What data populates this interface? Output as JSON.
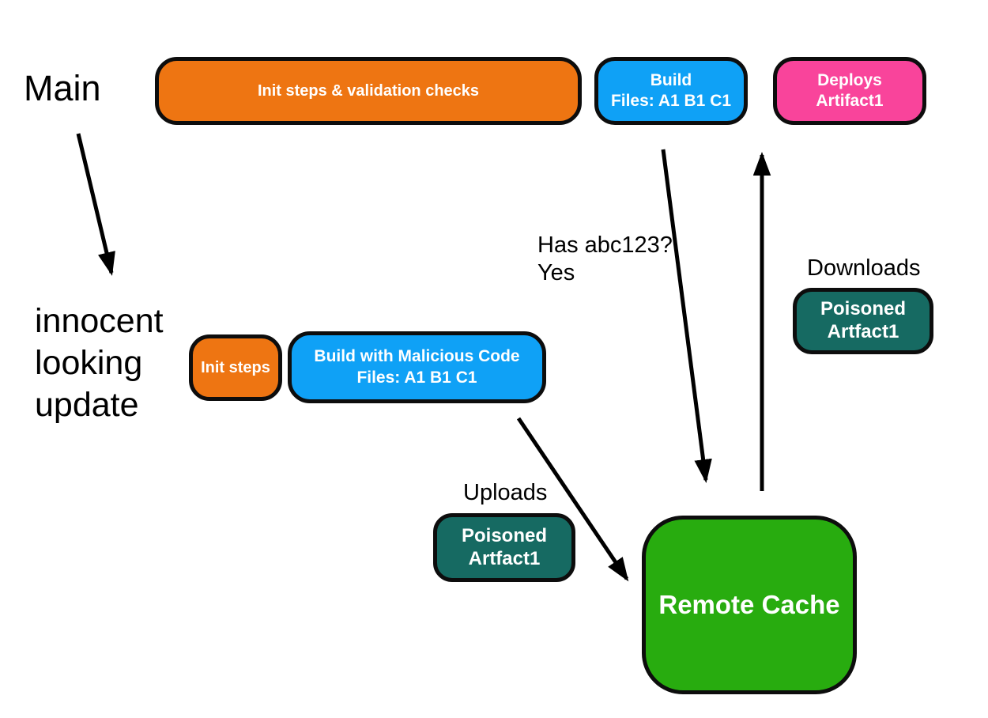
{
  "colors": {
    "orange": "#EE7512",
    "blue": "#0FA1F6",
    "pink": "#F9449B",
    "teal": "#166A62",
    "green": "#28AC0F",
    "outline": "#0D0D0D",
    "arrow": "#000000",
    "background": "#FFFFFF",
    "node_text": "#FFFFFF",
    "annotation_text": "#000000"
  },
  "labels": {
    "main_branch": "Main",
    "update_lines": [
      "innocent",
      "looking",
      "update"
    ],
    "has_hash_question": "Has abc123?",
    "has_hash_answer": "Yes",
    "downloads": "Downloads",
    "uploads": "Uploads"
  },
  "nodes": {
    "init_validation": {
      "color": "orange",
      "lines": [
        "Init steps & validation checks"
      ]
    },
    "build_main": {
      "color": "blue",
      "lines": [
        "Build",
        "Files: A1 B1 C1"
      ]
    },
    "deploys_artifact": {
      "color": "pink",
      "lines": [
        "Deploys",
        "Artifact1"
      ]
    },
    "init_steps": {
      "color": "orange",
      "lines": [
        "Init steps"
      ]
    },
    "build_malicious": {
      "color": "blue",
      "lines": [
        "Build with Malicious Code",
        "Files: A1 B1 C1"
      ]
    },
    "poisoned_artifact_upload": {
      "color": "teal",
      "lines": [
        "Poisoned",
        "Artfact1"
      ]
    },
    "poisoned_artifact_download": {
      "color": "teal",
      "lines": [
        "Poisoned",
        "Artfact1"
      ]
    },
    "remote_cache": {
      "color": "green",
      "lines": [
        "Remote Cache"
      ]
    }
  },
  "arrows": [
    {
      "name": "main-to-update",
      "from": "Main",
      "to": "innocent looking update"
    },
    {
      "name": "build-to-remote-cache",
      "from": "Build",
      "to": "Remote Cache"
    },
    {
      "name": "remote-cache-to-deploys",
      "from": "Remote Cache",
      "to": "Deploys Artifact1"
    },
    {
      "name": "malicious-build-to-remote-cache",
      "from": "Build with Malicious Code",
      "to": "Remote Cache"
    }
  ]
}
